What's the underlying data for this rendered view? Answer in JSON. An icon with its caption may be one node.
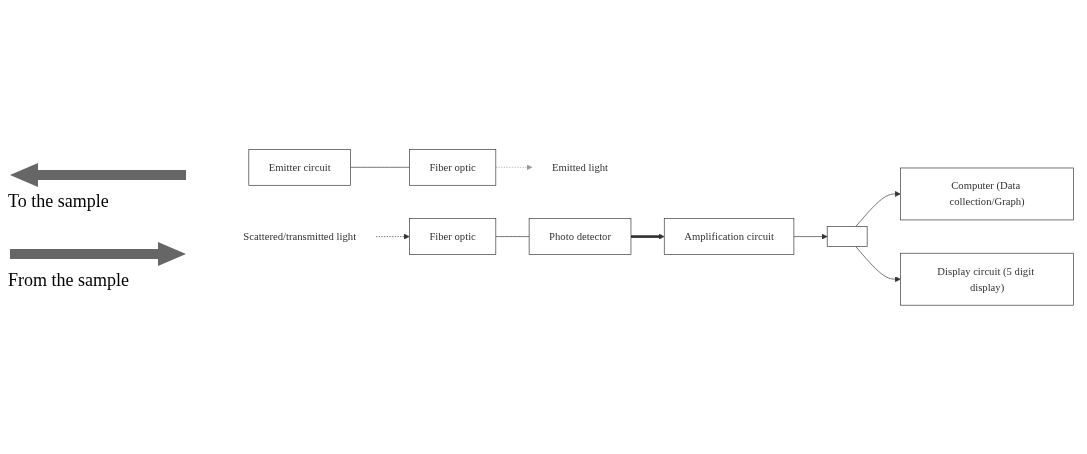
{
  "diagram": {
    "nodes": [
      {
        "text": [
          "Fiber optic"
        ]
      },
      {
        "text": [
          "Emitter circuit"
        ]
      },
      {
        "text": [
          "Emitted light"
        ]
      },
      {
        "text": [
          "Computer (Data collection/Graph)"
        ]
      },
      {
        "text": [
          "Scattered/transmitted light"
        ]
      },
      {
        "text": [
          "Fiber optic"
        ]
      },
      {
        "text": [
          "Photo detector"
        ]
      },
      {
        "text": [
          "Amplification circuit"
        ]
      },
      {
        "text": [],
        "shape": "box"
      },
      {
        "text": [
          "Display circuit (5 digit display)"
        ]
      }
    ],
    "edges": [
      {
        "from": 1,
        "to": 0,
        "arrow": "none"
      },
      {
        "from": 0,
        "to": 2,
        "arrow": "to",
        "style": "dashed",
        "color": "#999999"
      },
      {
        "from": 4,
        "to": 5,
        "arrow": "to",
        "style": "dashed"
      },
      {
        "from": 5,
        "to": 6,
        "arrow": "none"
      },
      {
        "from": 6,
        "to": 7,
        "arrow": "to",
        "style": "thick"
      },
      {
        "from": 7,
        "to": 8,
        "arrow": "to"
      },
      {
        "from": 8,
        "to": 3,
        "arrow": "to"
      },
      {
        "from": 8,
        "to": 9,
        "arrow": "to"
      }
    ],
    "labels": [
      "To the sample",
      "From the sample"
    ]
  }
}
